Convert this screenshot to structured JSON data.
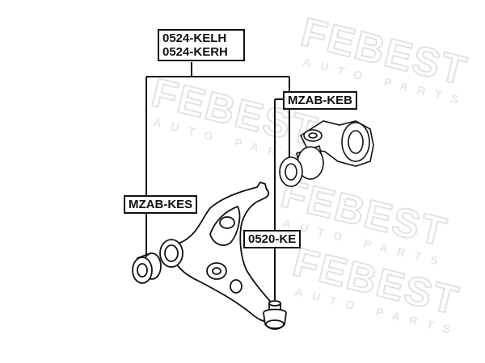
{
  "labels": {
    "kelh_line1": "0524-KELH",
    "kelh_line2": "0524-KERH",
    "keb": "MZAB-KEB",
    "kes": "MZAB-KES",
    "ke": "0520-KE"
  },
  "watermark": {
    "brand": "FEBEST",
    "tagline": "AUTO PARTS"
  },
  "colors": {
    "line": "#111111",
    "watermark": "#e4e4e4",
    "background": "#ffffff"
  }
}
